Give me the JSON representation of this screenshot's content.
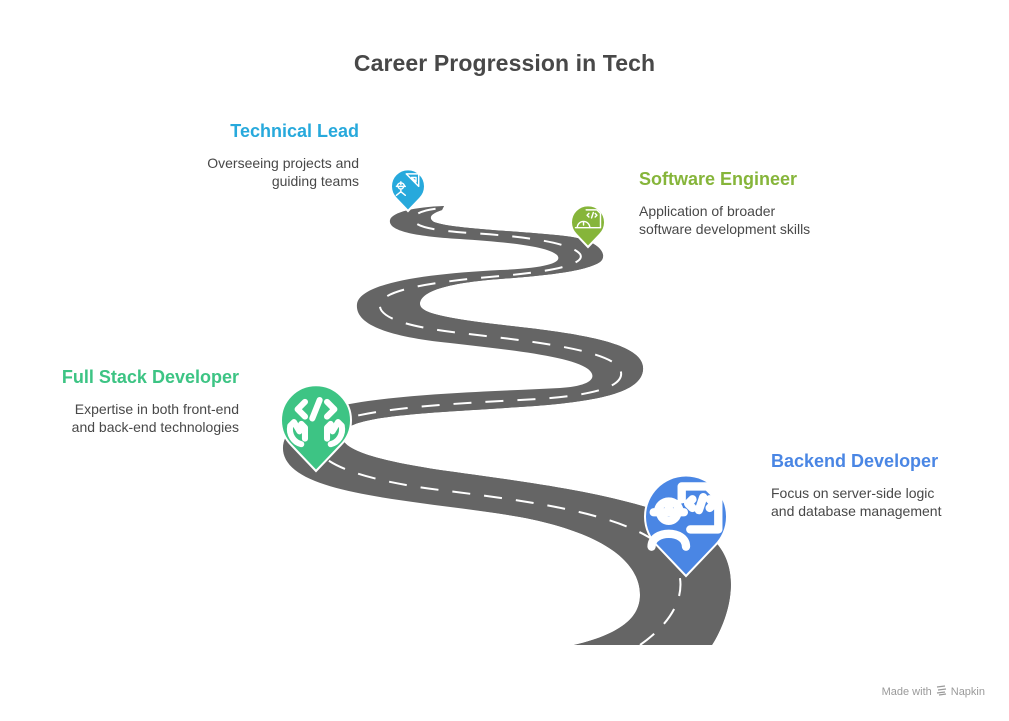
{
  "title": "Career Progression in Tech",
  "colors": {
    "road": "#656565",
    "dash": "#ffffff",
    "technical_lead": "#27a9dc",
    "software_engineer": "#86b53a",
    "full_stack": "#3dc484",
    "backend": "#4a86e4"
  },
  "stages": [
    {
      "id": "technical_lead",
      "title": "Technical Lead",
      "description_lines": [
        "Overseeing projects and",
        "guiding teams"
      ],
      "icon": "engineer-with-ruler-icon",
      "order": 4
    },
    {
      "id": "software_engineer",
      "title": "Software Engineer",
      "description_lines": [
        "Application of broader",
        "software development skills"
      ],
      "icon": "hardhat-code-file-icon",
      "order": 3
    },
    {
      "id": "full_stack",
      "title": "Full Stack Developer",
      "description_lines": [
        "Expertise in both front-end",
        "and back-end technologies"
      ],
      "icon": "hands-code-icon",
      "order": 2
    },
    {
      "id": "backend",
      "title": "Backend Developer",
      "description_lines": [
        "Focus on server-side logic",
        "and database management"
      ],
      "icon": "worker-code-file-icon",
      "order": 1
    }
  ],
  "footer": {
    "made_with": "Made with",
    "brand": "Napkin",
    "icon": "napkin-logo-icon"
  }
}
